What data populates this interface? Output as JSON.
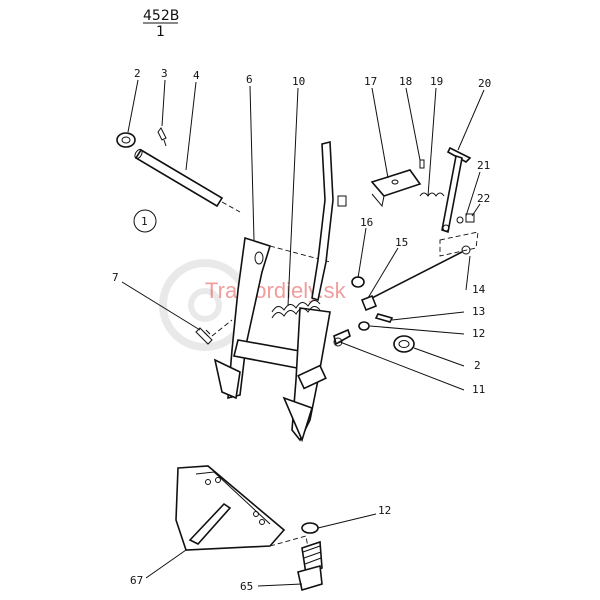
{
  "header": {
    "code": "452B",
    "sheet": "1"
  },
  "group_marker": "1",
  "watermark": "Traktordiely.sk",
  "callouts": [
    "2",
    "3",
    "4",
    "6",
    "10",
    "17",
    "18",
    "19",
    "20",
    "21",
    "22",
    "16",
    "15",
    "14",
    "13",
    "12",
    "2",
    "11",
    "7",
    "12",
    "67",
    "65"
  ]
}
